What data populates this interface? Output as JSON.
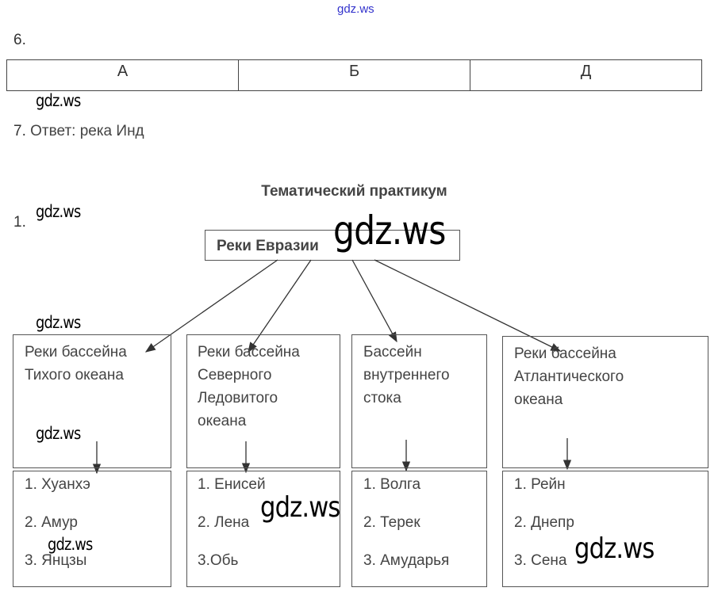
{
  "header_link": "gdz.ws",
  "task6": {
    "number": "6.",
    "answers": [
      "А",
      "Б",
      "Д"
    ]
  },
  "task7": {
    "number": "7.",
    "text": "Ответ: река Инд"
  },
  "section_title": "Тематический практикум",
  "task1": {
    "number": "1."
  },
  "diagram": {
    "root": "Реки Евразии",
    "categories": [
      {
        "title": [
          "Реки бассейна",
          "Тихого океана"
        ],
        "rivers": [
          "1. Хуанхэ",
          "2. Амур",
          "3. Янцзы"
        ]
      },
      {
        "title": [
          "Реки бассейна",
          "Северного",
          "Ледовитого",
          "океана"
        ],
        "rivers": [
          "1. Енисей",
          "2. Лена",
          "3.Обь"
        ]
      },
      {
        "title": [
          "Бассейн",
          "внутреннего",
          "стока"
        ],
        "rivers": [
          "1. Волга",
          "2. Терек",
          "3. Амударья"
        ]
      },
      {
        "title": [
          "Реки бассейна",
          "Атлантического",
          "океана"
        ],
        "rivers": [
          "1. Рейн",
          "2. Днепр",
          "3. Сена"
        ]
      }
    ]
  },
  "watermark": "gdz.ws",
  "colors": {
    "link": "#3333cc",
    "border": "#555555",
    "text": "#444444"
  }
}
